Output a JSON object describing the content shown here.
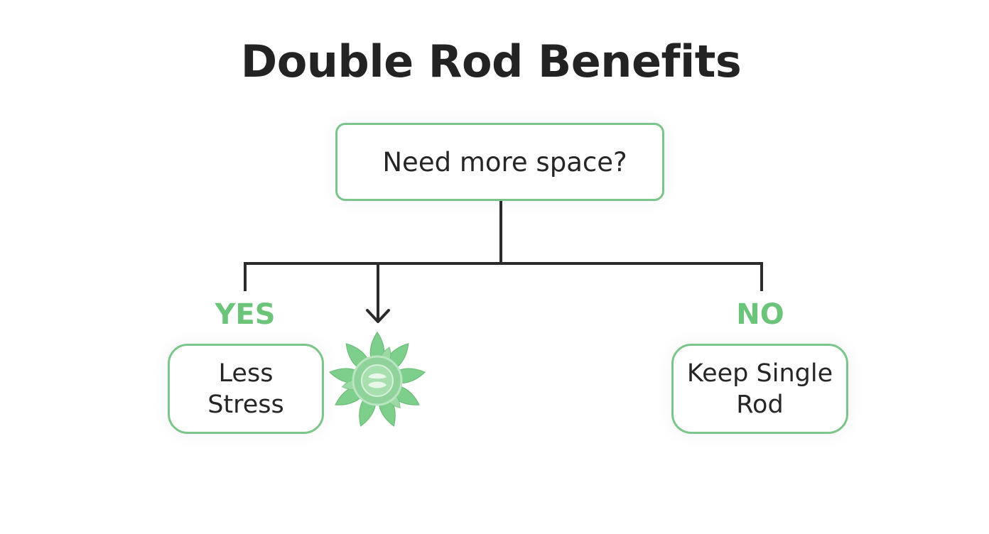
{
  "diagram": {
    "title": "Double Rod Benefits",
    "question": "Need more space?",
    "yes_branch": {
      "label": "YES",
      "outcome": "Less Stress"
    },
    "no_branch": {
      "label": "NO",
      "outcome": "Keep Single Rod"
    },
    "icon": "lotus-flower-icon",
    "colors": {
      "accent_green": "#6cc47b",
      "border_green": "#7cc58a",
      "connector": "#2b2b2b",
      "text": "#262626"
    }
  }
}
